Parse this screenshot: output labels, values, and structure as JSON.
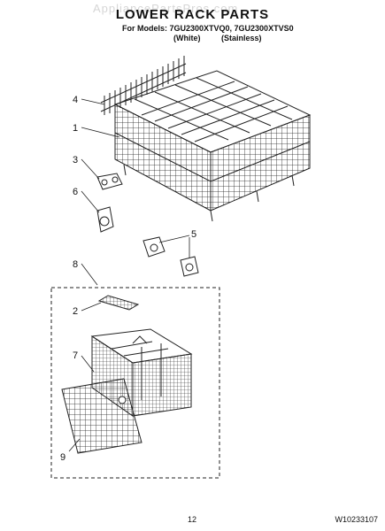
{
  "watermark": "AppliancePartsPros.com",
  "header": {
    "title": "LOWER RACK PARTS",
    "models_line": "For Models: 7GU2300XTVQ0, 7GU2300XTVS0",
    "color_white": "(White)",
    "color_stainless": "(Stainless)"
  },
  "callouts": [
    "4",
    "1",
    "3",
    "6",
    "5",
    "8",
    "2",
    "7",
    "9"
  ],
  "footer": {
    "page_number": "12",
    "doc_number": "W10233107"
  }
}
